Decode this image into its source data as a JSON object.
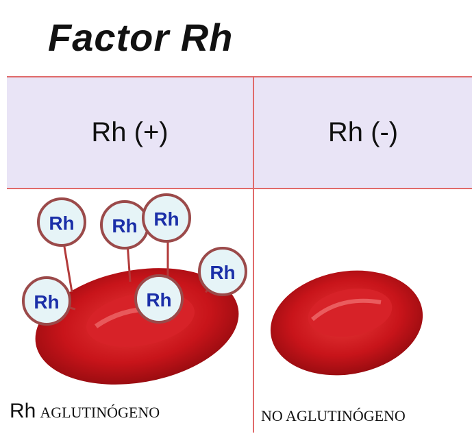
{
  "title": "Factor Rh",
  "columns": [
    {
      "header": "Rh (+)",
      "caption_prefix": "Rh",
      "caption": "AGLUTINÓGENO",
      "antigens": [
        "Rh",
        "Rh",
        "Rh",
        "Rh",
        "Rh",
        "Rh"
      ]
    },
    {
      "header": "Rh (-)",
      "caption": "NO AGLUTINÓGENO"
    }
  ],
  "colors": {
    "grid_line": "#e06a6a",
    "header_bg": "#e9e4f6",
    "cell_red": "#c8141a",
    "antigen_text": "#1b2fa8",
    "antigen_fill": "#e6f4f7",
    "antigen_stroke": "#9b4a4a"
  }
}
